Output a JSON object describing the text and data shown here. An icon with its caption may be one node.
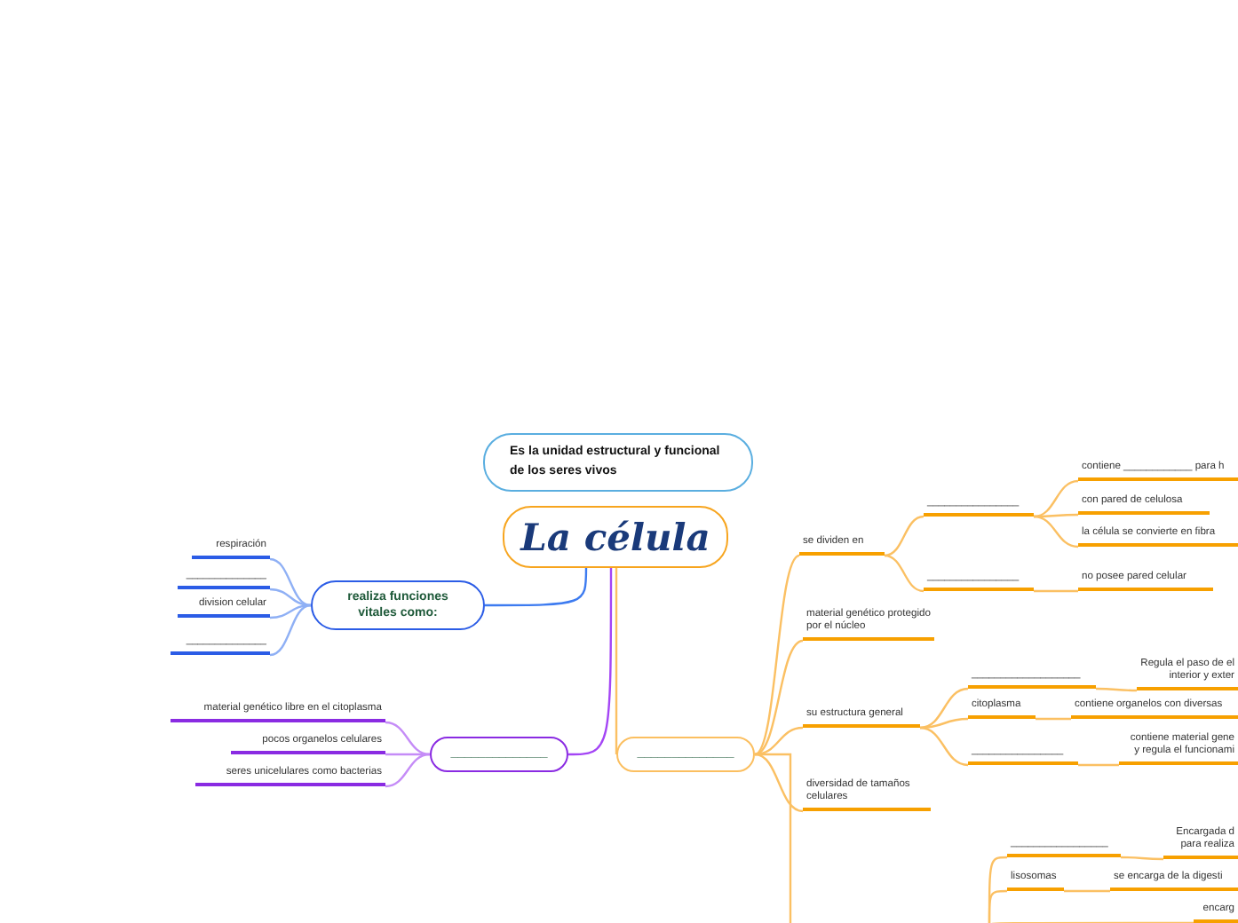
{
  "diagram": {
    "nodes": [
      {
        "text": [
          "La célula"
        ]
      },
      {
        "text": [
          "Es la unidad estructural y funcional de los seres vivos"
        ]
      },
      {
        "text": [
          "realiza funciones vitales como:"
        ]
      },
      {
        "text": [
          "respiración"
        ]
      },
      {
        "text": [
          "______________"
        ]
      },
      {
        "text": [
          "division celular"
        ]
      },
      {
        "text": [
          "______________"
        ]
      },
      {
        "text": [
          "______________"
        ]
      },
      {
        "text": [
          "material genético libre en el citoplasma"
        ]
      },
      {
        "text": [
          "pocos organelos celulares"
        ]
      },
      {
        "text": [
          "seres unicelulares como bacterias"
        ]
      },
      {
        "text": [
          "______________"
        ]
      },
      {
        "text": [
          "se dividen en"
        ]
      },
      {
        "text": [
          "________________"
        ]
      },
      {
        "text": [
          "contiene ____________ para h"
        ]
      },
      {
        "text": [
          "con pared de celulosa"
        ]
      },
      {
        "text": [
          "la célula se convierte en fibra"
        ]
      },
      {
        "text": [
          "________________"
        ]
      },
      {
        "text": [
          "no posee pared celular"
        ]
      },
      {
        "text": [
          "material genético protegido por el núcleo"
        ]
      },
      {
        "text": [
          "su estructura general"
        ]
      },
      {
        "text": [
          "___________________"
        ]
      },
      {
        "text": [
          "Regula el paso de el interior y exter"
        ]
      },
      {
        "text": [
          "citoplasma"
        ]
      },
      {
        "text": [
          "contiene organelos con diversas"
        ]
      },
      {
        "text": [
          "________________"
        ]
      },
      {
        "text": [
          "contiene material gene y regula el funcionami"
        ]
      },
      {
        "text": [
          "diversidad de tamaños celulares"
        ]
      },
      {
        "text": [
          "_________________"
        ]
      },
      {
        "text": [
          "Encargada d para realiza"
        ]
      },
      {
        "text": [
          "lisosomas"
        ]
      },
      {
        "text": [
          "se encarga de la digesti"
        ]
      },
      {
        "text": [
          "encarg"
        ]
      }
    ],
    "edges": [
      {
        "from": 0,
        "to": 2,
        "arrow": "none",
        "color": "#3d7bf0"
      },
      {
        "from": 0,
        "to": 7,
        "arrow": "none",
        "color": "#a445f5"
      },
      {
        "from": 0,
        "to": 11,
        "arrow": "none"
      },
      {
        "from": 2,
        "to": 3,
        "arrow": "none",
        "color": "#8fb0f5"
      },
      {
        "from": 2,
        "to": 4,
        "arrow": "none",
        "color": "#8fb0f5"
      },
      {
        "from": 2,
        "to": 5,
        "arrow": "none",
        "color": "#8fb0f5"
      },
      {
        "from": 2,
        "to": 6,
        "arrow": "none",
        "color": "#8fb0f5"
      },
      {
        "from": 7,
        "to": 8,
        "arrow": "none",
        "color": "#c58cf7"
      },
      {
        "from": 7,
        "to": 9,
        "arrow": "none",
        "color": "#c58cf7"
      },
      {
        "from": 7,
        "to": 10,
        "arrow": "none",
        "color": "#c58cf7"
      },
      {
        "from": 11,
        "to": 12,
        "arrow": "none"
      },
      {
        "from": 11,
        "to": 19,
        "arrow": "none"
      },
      {
        "from": 11,
        "to": 20,
        "arrow": "none"
      },
      {
        "from": 11,
        "to": 27,
        "arrow": "none"
      },
      {
        "from": 11,
        "to": null,
        "arrow": "none"
      },
      {
        "from": 12,
        "to": 13,
        "arrow": "none"
      },
      {
        "from": 12,
        "to": 17,
        "arrow": "none"
      },
      {
        "from": 13,
        "to": 14,
        "arrow": "none"
      },
      {
        "from": 13,
        "to": 15,
        "arrow": "none"
      },
      {
        "from": 13,
        "to": 16,
        "arrow": "none"
      },
      {
        "from": 17,
        "to": 18,
        "arrow": "none"
      },
      {
        "from": 20,
        "to": 21,
        "arrow": "none"
      },
      {
        "from": 20,
        "to": 23,
        "arrow": "none"
      },
      {
        "from": 20,
        "to": 25,
        "arrow": "none"
      },
      {
        "from": 21,
        "to": 22,
        "arrow": "none"
      },
      {
        "from": 23,
        "to": 24,
        "arrow": "none"
      },
      {
        "from": 25,
        "to": 26,
        "arrow": "none"
      },
      {
        "from": null,
        "to": 28,
        "arrow": "none"
      },
      {
        "from": null,
        "to": 30,
        "arrow": "none"
      },
      {
        "from": null,
        "to": 32,
        "arrow": "none"
      },
      {
        "from": 28,
        "to": 29,
        "arrow": "none"
      },
      {
        "from": 30,
        "to": 31,
        "arrow": "none"
      }
    ]
  }
}
